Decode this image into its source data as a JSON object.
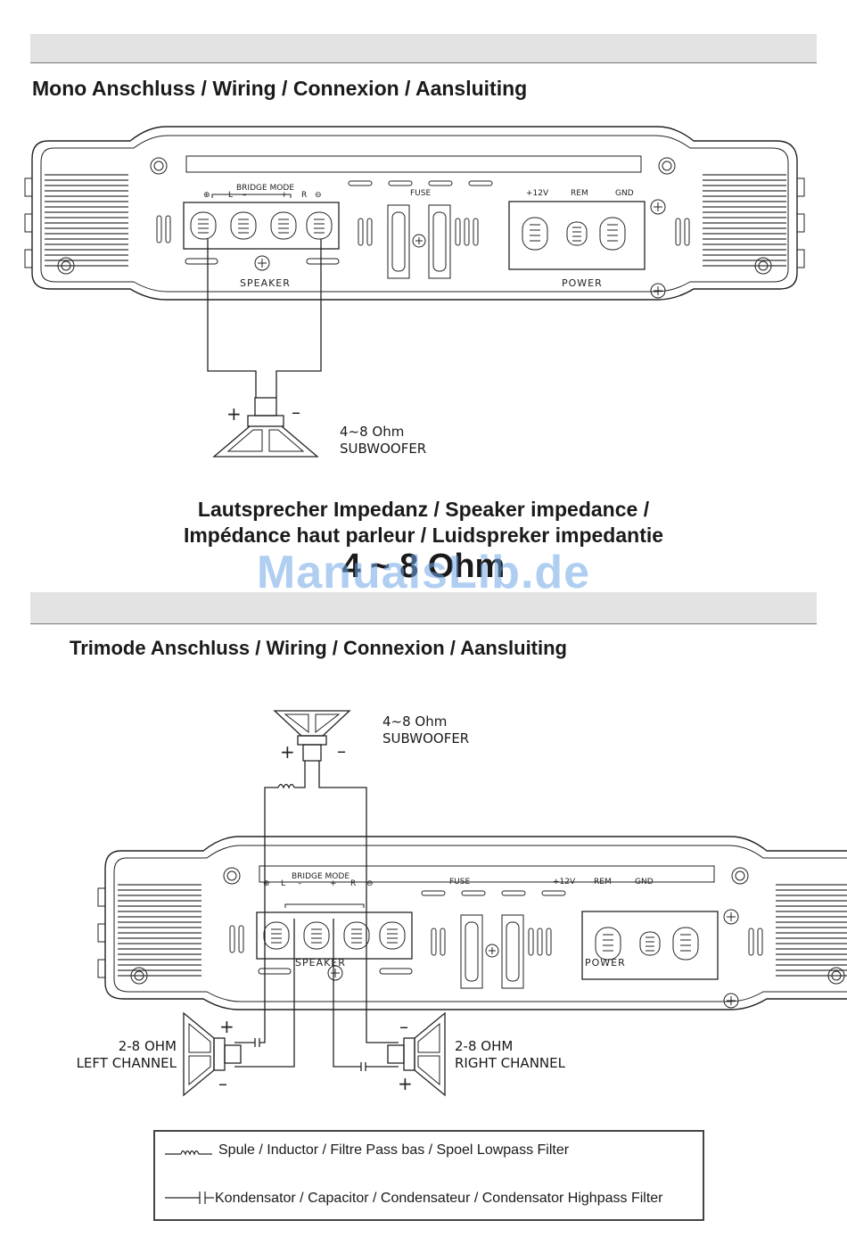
{
  "section1": {
    "title": "Mono Anschluss / Wiring / Connexion / Aansluiting",
    "amp": {
      "bridge_mode": "BRIDGE MODE",
      "plus": "⊕",
      "minus": "⊖",
      "l": "L",
      "r": "R",
      "dash": "–",
      "plus_small": "+",
      "fuse": "FUSE",
      "speaker": "SPEAKER",
      "v12": "+12V",
      "rem": "REM",
      "gnd": "GND",
      "power": "POWER"
    },
    "sub_label": "4~8 Ohm\nSUBWOOFER",
    "plus_sign": "+",
    "minus_sign": "–"
  },
  "impedance": {
    "line1": "Lautsprecher Impedanz / Speaker impedance /",
    "line2": "Impédance haut parleur / Luidspreker impedantie",
    "value": "4 ~ 8 Ohm"
  },
  "watermark": "ManualsLib.de",
  "section2": {
    "title": "Trimode Anschluss / Wiring / Connexion / Aansluiting",
    "sub_label": "4~8 Ohm\nSUBWOOFER",
    "left_label": "2-8 OHM\nLEFT CHANNEL",
    "right_label": "2-8 OHM\nRIGHT CHANNEL",
    "plus_sign": "+",
    "minus_sign": "–"
  },
  "legend": {
    "inductor": "Spule / Inductor / Filtre Pass bas / Spoel Lowpass Filter",
    "capacitor": "Kondensator / Capacitor / Condensateur / Condensator Highpass Filter"
  }
}
